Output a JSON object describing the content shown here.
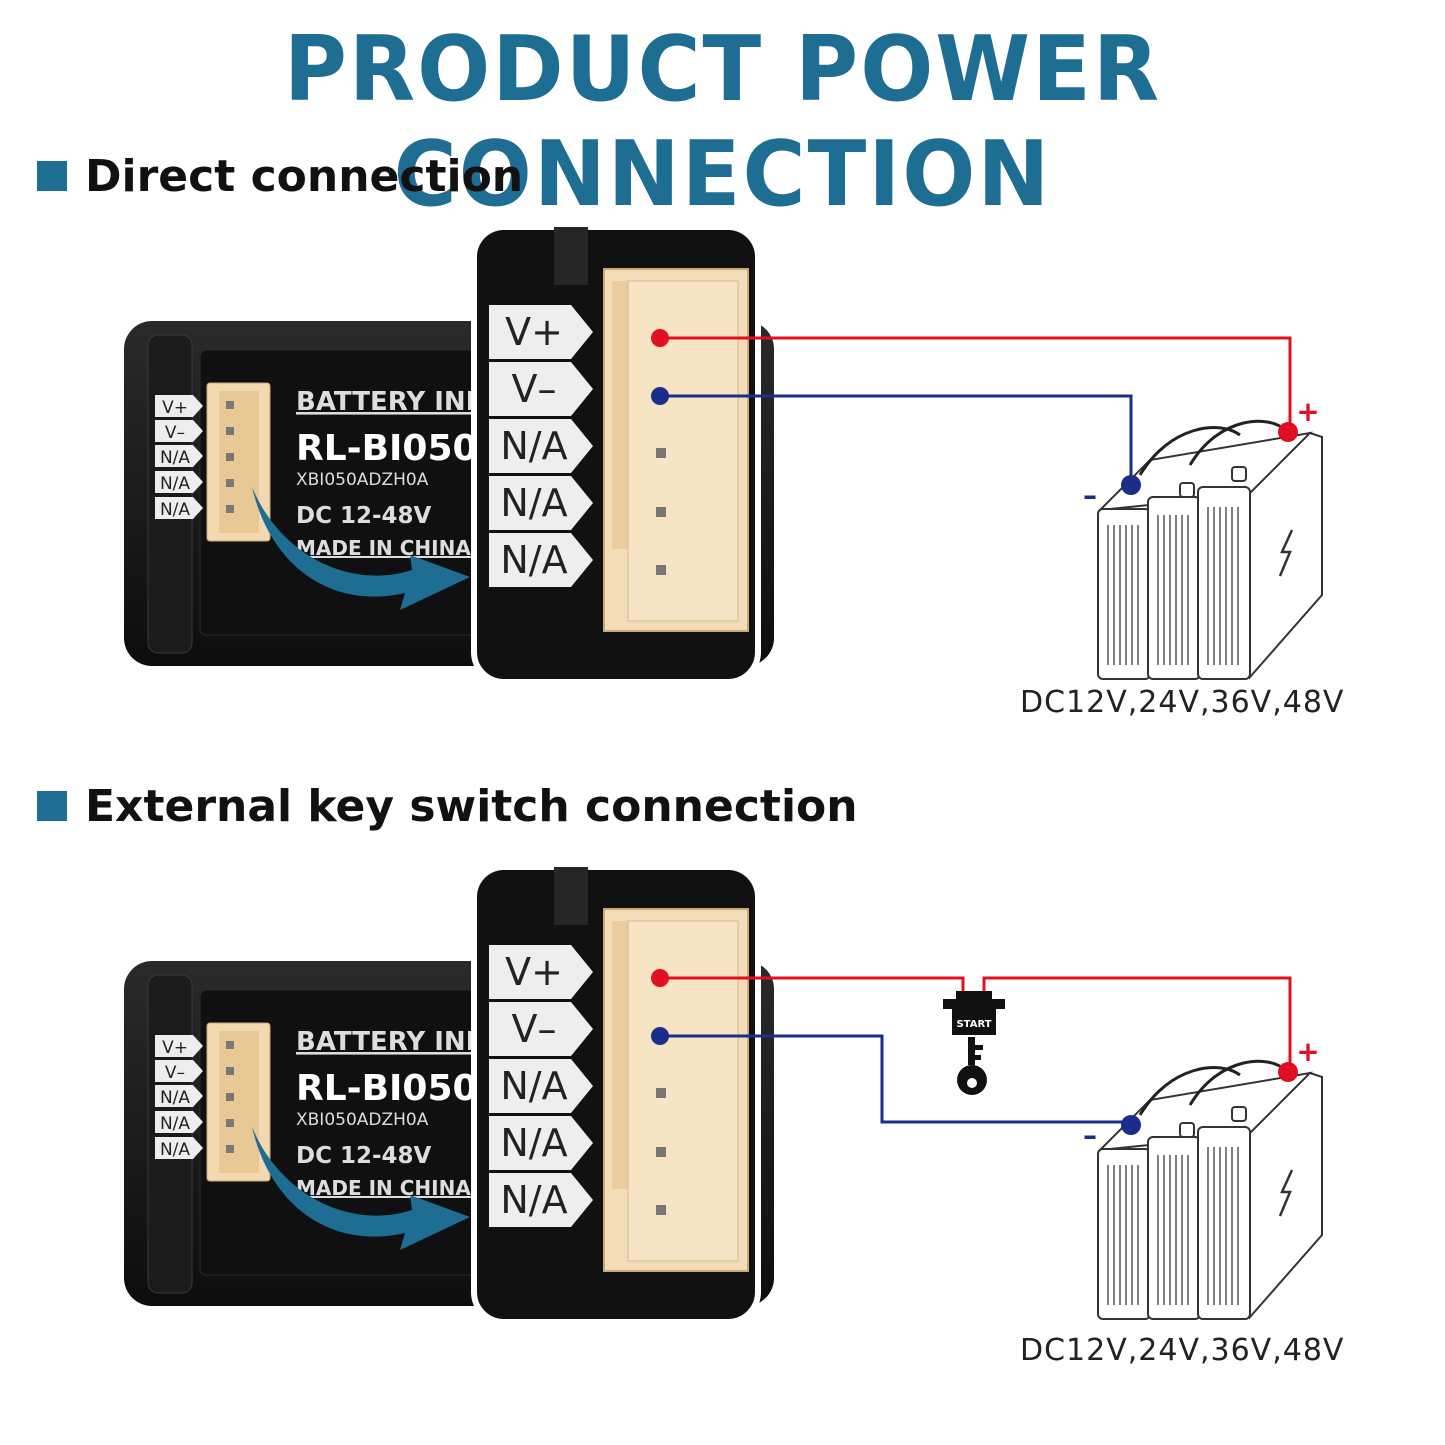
{
  "title": "PRODUCT POWER CONNECTION",
  "colors": {
    "accent": "#1e6d93",
    "positive_wire": "#e01020",
    "negative_wire": "#1a2d8a"
  },
  "device": {
    "brand_text": "BATTERY IND",
    "model": "RL-BI050",
    "code": "XBI050ADZH0A",
    "rating": "DC 12-48V",
    "origin": "MADE IN CHINA",
    "small_pins": [
      "V+",
      "V–",
      "N/A",
      "N/A",
      "N/A"
    ],
    "large_pins": [
      "V+",
      "V–",
      "N/A",
      "N/A",
      "N/A"
    ]
  },
  "sections": [
    {
      "heading": "Direct connection",
      "voltage": "DC12V,24V,36V,48V",
      "plus": "+",
      "minus": "–"
    },
    {
      "heading": "External key switch connection",
      "voltage": "DC12V,24V,36V,48V",
      "plus": "+",
      "minus": "–",
      "switch_label": "START"
    }
  ]
}
